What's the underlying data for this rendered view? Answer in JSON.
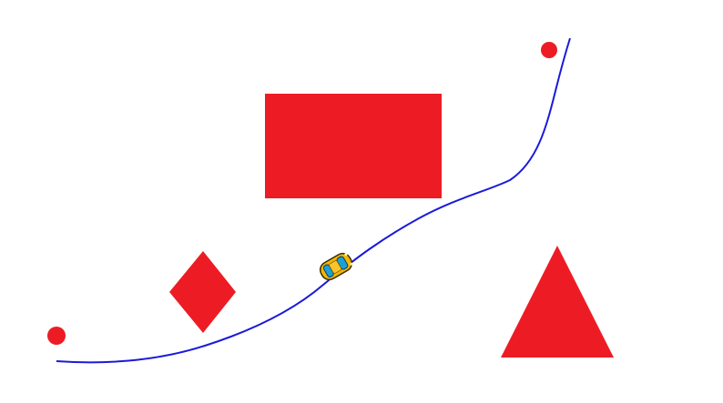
{
  "scene": {
    "background_color": "#ffffff",
    "obstacle_color": "#ed1c24",
    "path_color": "#1a1adb",
    "obstacles": [
      {
        "name": "rectangle-obstacle",
        "shape": "rectangle"
      },
      {
        "name": "diamond-obstacle",
        "shape": "diamond"
      },
      {
        "name": "triangle-obstacle",
        "shape": "triangle"
      }
    ],
    "markers": [
      {
        "name": "start-marker",
        "shape": "circle"
      },
      {
        "name": "goal-marker",
        "shape": "circle"
      }
    ],
    "vehicle": {
      "icon": "car-icon",
      "body_color": "#f5b700",
      "window_color": "#1e9fd6"
    }
  }
}
